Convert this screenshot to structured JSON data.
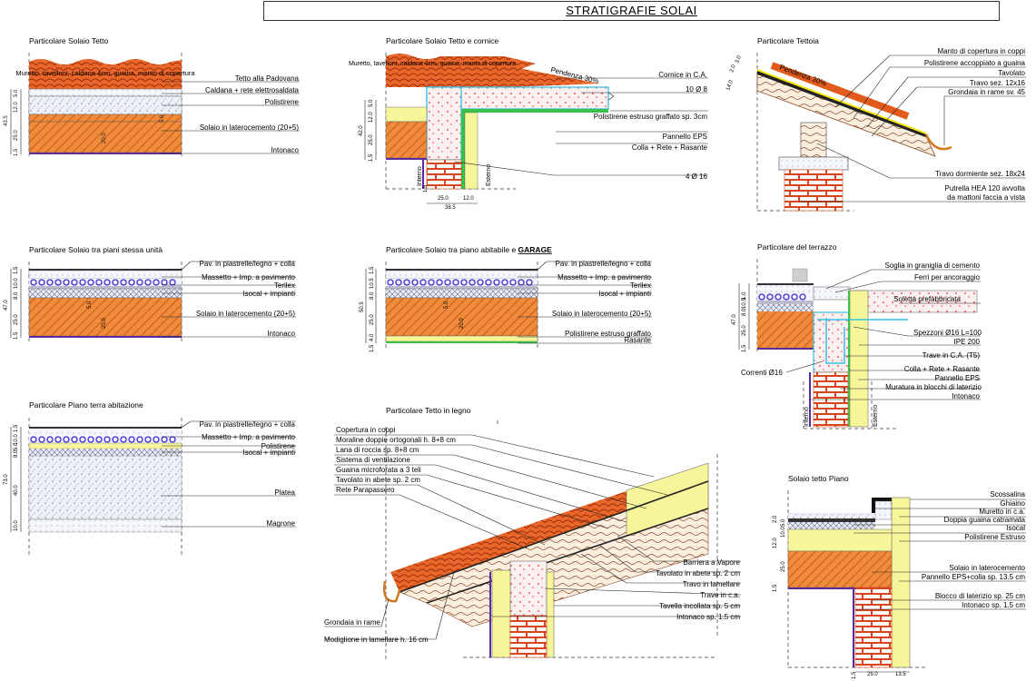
{
  "title": "STRATIGRAFIE SOLAI",
  "palette": {
    "brick": "#e87a2a",
    "roof": "#e25a1c",
    "insulation": "#f7f59a",
    "pipe": "#3b2bd6",
    "slab_edge": "#5a2ca0",
    "accent_green": "#39c24a",
    "cyan": "#36c3e8"
  },
  "panels": {
    "tetto": {
      "title": "Particolare Solaio Tetto",
      "inlay": "Muretto, tavelloni, caldana 4cm, guaina, manto di copertura",
      "labels": [
        "Tetto alla Padovana",
        "Caldana + rete elettrosaldata",
        "Polistirene",
        "Solaio in laterocemento (20+5)",
        "Intonaco"
      ],
      "dims": [
        "5.0",
        "12.0",
        "43.5",
        "25.0",
        "1.5"
      ],
      "inner": [
        "5.0",
        "20.0"
      ]
    },
    "cornice": {
      "title": "Particolare Solaio Tetto e cornice",
      "inlay": "Muretto, tavelloni, caldana 4cm, guaina, manto di copertura",
      "pendenza": "Pendenza 30%",
      "labels": [
        "Cornice in C.A.",
        "10 Ø 8",
        "Polistirene estruso graffato sp. 3cm",
        "Pannello EPS",
        "Colla + Rete + Rasante",
        "4 Ø 16"
      ],
      "dims": [
        "5.0",
        "12.0",
        "42.0",
        "25.0",
        "1.5"
      ],
      "bottom_dims": [
        "1.5",
        "25.0",
        "12.0",
        "38.5"
      ],
      "interno": "Interno",
      "esterno": "Esterno"
    },
    "tettoia": {
      "title": "Particolare Tettoia",
      "pendenza": "Pendenza 30%",
      "labels": [
        "Manto di copertura in coppi",
        "Polistirene accoppiato a guaina",
        "Tavolato",
        "Travo sez. 12x16",
        "Grondaia in rame sv. 45",
        "Travo dormiente sez. 18x24",
        "Putrella HEA 120 avvolta",
        "da mattoni faccia a vista"
      ],
      "dims": [
        "14.0",
        "2.0",
        "3.0"
      ]
    },
    "piani": {
      "title": "Particolare Solaio tra piani stessa unità",
      "labels": [
        "Pav. in piastrelle/legno + colla",
        "Massetto + Imp. a pavimento",
        "Terilex",
        "Isocal + impianti",
        "Solaio in laterocemento (20+5)",
        "Intonaco"
      ],
      "dims": [
        "1.5",
        "10.0",
        "8.0",
        "47.0",
        "25.0",
        "1.5"
      ],
      "inner": [
        "5.0",
        "20.0"
      ]
    },
    "garage": {
      "title_prefix": "Particolare Solaio tra piano abitabile e",
      "title_strong": "GARAGE",
      "labels": [
        "Pav. in piastrelle/legno + colla",
        "Massetto + Imp. a pavimento",
        "Terilex",
        "Isocal + impianti",
        "Solaio in laterocemento (20+5)",
        "Polistirene estruso graffato",
        "Rasante"
      ],
      "dims": [
        "1.5",
        "10.5",
        "8.0",
        "50.5",
        "25.0",
        "4.0",
        "1.5"
      ],
      "inner": [
        "5.0",
        "20.0"
      ]
    },
    "terrazzo": {
      "title": "Particolare del terrazzo",
      "labels": [
        "Soglia in graniglia di cemento",
        "Ferri per ancoraggio",
        "Soletta prefabbricata",
        "Spezzoni Ø16 L=100",
        "IPE 200",
        "Trave in C.A. (T5)",
        "Colla + Rete + Rasante",
        "Pannello EPS",
        "Muratura in blocchi di laterizio",
        "Intonaco"
      ],
      "correnti": "Correnti Ø16",
      "dims": [
        "1.0",
        "10.5",
        "8.0",
        "47.0",
        "25.0",
        "1.5"
      ],
      "interno": "Interno",
      "esterno": "Esterno"
    },
    "terra": {
      "title": "Particolare Piano terra abitazione",
      "labels": [
        "Pav. in piastrelle/legno + colla",
        "Massetto + Imp. a pavimento",
        "Polistirene",
        "Isocal + impianti",
        "Platea",
        "Magrone"
      ],
      "dims": [
        "1.5",
        "10.0",
        "5.0",
        "8.0",
        "73.0",
        "40.0",
        "10.0"
      ]
    },
    "legno": {
      "title": "Particolare Tetto in legno",
      "left_labels": [
        "Copertura in coppi",
        "Moraline doppie ortogonali h. 8+8 cm",
        "Lana di roccia sp. 8+8 cm",
        "Sistema di ventilazione",
        "Guaina microforata a 3 teli",
        "Tavolato in abete sp. 2 cm",
        "Rete Parapassero"
      ],
      "right_labels": [
        "Barriera a Vapore",
        "Tavolato in abete sp. 2 cm",
        "Travo in lamellare",
        "Trave in c.a.",
        "Tavella incollata sp. 5 cm",
        "Intonaco sp. 1.5 cm"
      ],
      "bottom_labels": [
        "Grondaia in rame",
        "Modiglione in lamellare h. 16 cm"
      ]
    },
    "piano": {
      "title": "Solaio tetto Piano",
      "labels": [
        "Scossalina",
        "Ghiaino",
        "Muretto in c.a.",
        "Doppia guaina catramata",
        "Isocal",
        "Polistirene Estruso",
        "Solaio in laterocemento",
        "Pannello EPS+colla sp. 13.5 cm",
        "Blocco di laterizio sp. 25 cm",
        "Intonaco sp. 1.5 cm"
      ],
      "dims": [
        "2.0",
        "5.0",
        "10.0",
        "12.0",
        "25.0",
        "1.5"
      ],
      "bottom_dims": [
        "1.5",
        "25.0",
        "13.5"
      ]
    }
  }
}
